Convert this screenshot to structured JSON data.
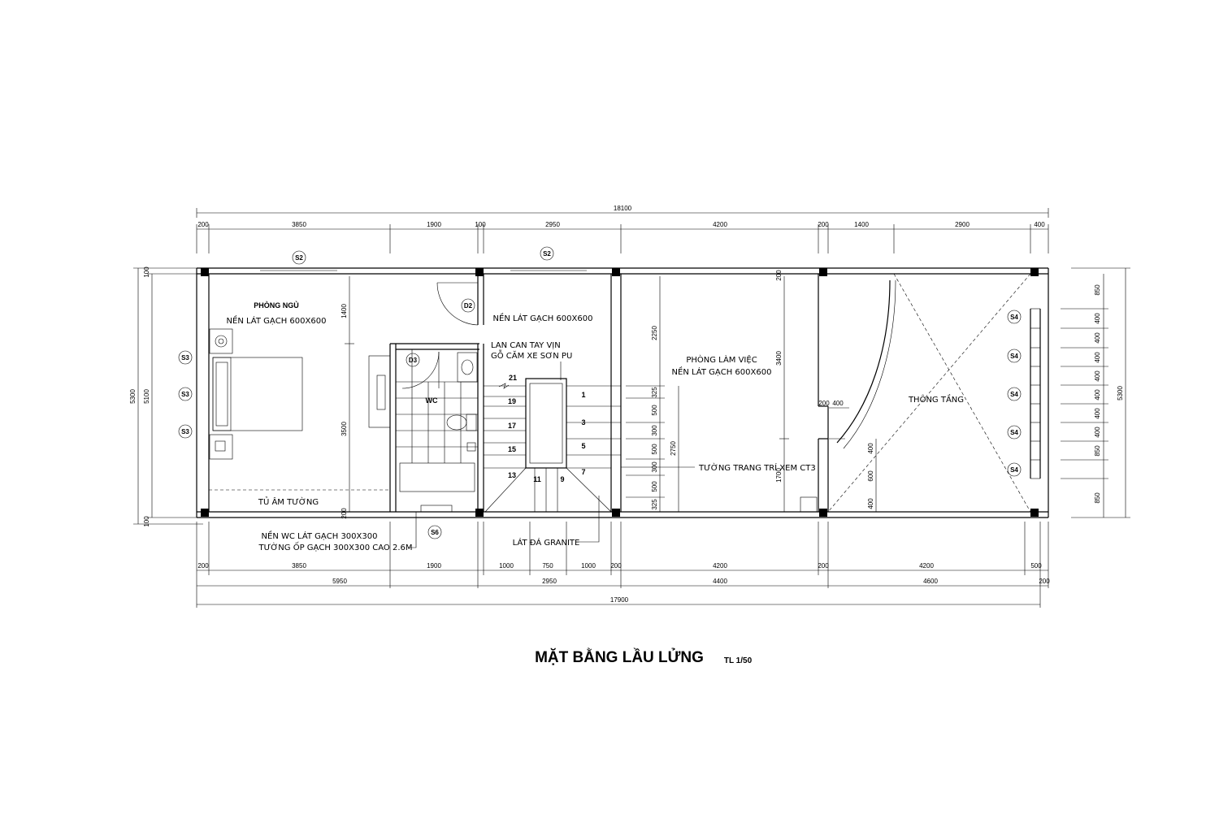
{
  "title": "MẶT BẰNG LẦU LỬNG",
  "scale": "TL 1/50",
  "rooms": {
    "bedroom": "PHÒNG NGỦ",
    "bedroom_floor": "NỀN LÁT GẠCH 600X600",
    "hall_floor": "NỀN LÁT GẠCH 600X600",
    "railing_1": "LAN CAN TAY VỊN",
    "railing_2": "GỖ CĂM XE SƠN PU",
    "wc": "WC",
    "office": "PHÒNG LÀM VIỆC",
    "office_floor": "NỀN LÁT GẠCH 600X600",
    "wall_deco": "TƯỜNG TRANG TRÍ XEM CT3",
    "void": "THÔNG TẦNG",
    "wardrobe": "TỦ ÂM TƯỜNG",
    "wc_floor_1": "NỀN WC LÁT GẠCH 300X300",
    "wc_floor_2": "TƯỜNG ỐP GẠCH 300X300 CAO 2.6M",
    "granite": "LÁT ĐÁ GRANITE"
  },
  "tags": {
    "s2a": "S2",
    "s2b": "S2",
    "d2": "D2",
    "d3": "D3",
    "s3": [
      "S3",
      "S3",
      "S3"
    ],
    "s4": [
      "S4",
      "S4",
      "S4",
      "S4",
      "S4"
    ],
    "s6": "S6"
  },
  "steps": [
    "21",
    "19",
    "17",
    "15",
    "13",
    "11",
    "9",
    "7",
    "5",
    "3",
    "1"
  ],
  "dims": {
    "overall_top": "18100",
    "top": [
      "200",
      "3850",
      "1900",
      "100",
      "2950",
      "4200",
      "200",
      "1400",
      "2900",
      "400"
    ],
    "bottom1": [
      "200",
      "3850",
      "1900",
      "1000",
      "750",
      "1000",
      "200",
      "4200",
      "200",
      "4200",
      "500"
    ],
    "bottom2": [
      "5950",
      "2950",
      "4400",
      "4600",
      "200"
    ],
    "overall_bottom": "17900",
    "left_outer": "5300",
    "left_inner": "5100",
    "left_small_top": "100",
    "left_small_bottom": "100",
    "right_outer": "5300",
    "right_stack": [
      "850",
      "400",
      "400",
      "400",
      "400",
      "400",
      "400",
      "400",
      "850"
    ],
    "bed_v": [
      "1400",
      "3500",
      "200"
    ],
    "office_v": [
      "2250",
      "2750",
      "3400",
      "1700",
      "200"
    ],
    "stair_v": [
      "325",
      "500",
      "300",
      "500",
      "300",
      "500",
      "325"
    ],
    "void_v": [
      "200",
      "400",
      "400",
      "600",
      "400"
    ]
  }
}
